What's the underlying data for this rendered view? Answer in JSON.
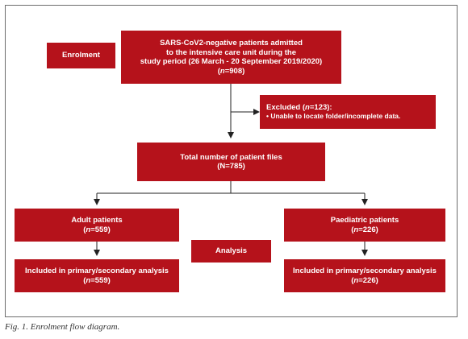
{
  "boxes": {
    "enrolment_label": "Enrolment",
    "admitted": {
      "line1": "SARS-CoV2-negative patients admitted",
      "line2": "to the intensive care unit during the",
      "line3": "study period (26 March - 20 September 2019/2020)",
      "n_prefix": "(",
      "n_var": "n",
      "n_value": "=908)"
    },
    "excluded": {
      "line1_prefix": "Excluded (",
      "line1_var": "n",
      "line1_value": "=123):",
      "bullet": "• Unable to locate folder/incomplete data."
    },
    "total": {
      "line1": "Total number of patient files",
      "line2": "(N=785)"
    },
    "adult": {
      "line1": "Adult patients",
      "n_prefix": "(",
      "n_var": "n",
      "n_value": "=559)"
    },
    "paediatric": {
      "line1": "Paediatric patients",
      "n_prefix": "(",
      "n_var": "n",
      "n_value": "=226)"
    },
    "analysis_label": "Analysis",
    "adult_included": {
      "line1": "Included in primary/secondary analysis",
      "n_prefix": "(",
      "n_var": "n",
      "n_value": "=559)"
    },
    "paediatric_included": {
      "line1": "Included in primary/secondary analysis",
      "n_prefix": "(",
      "n_var": "n",
      "n_value": "=226)"
    }
  },
  "caption": "Fig. 1. Enrolment flow diagram.",
  "colors": {
    "box_fill": "#b5121b",
    "box_text": "#ffffff",
    "connector": "#222222",
    "frame": "#6d6d6d"
  }
}
